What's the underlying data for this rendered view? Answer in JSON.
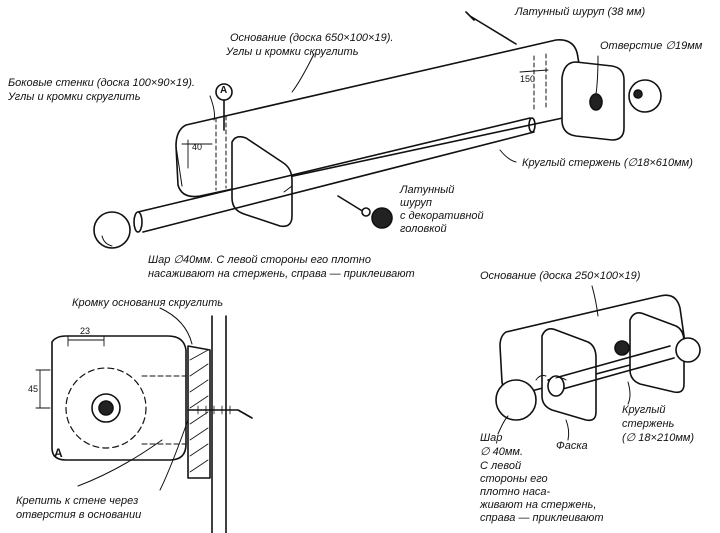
{
  "labels": {
    "base_main": [
      "Основание (доска 650×100×19).",
      "Углы и кромки скруглить"
    ],
    "brass_screw": "Латунный шуруп (38 мм)",
    "hole": "Отверстие ∅19мм",
    "side_walls": [
      "Боковые стенки (доска 100×90×19).",
      "Углы и кромки скруглить"
    ],
    "rod_main": "Круглый стержень (∅18×610мм)",
    "deco_screw": [
      "Латунный",
      "шуруп",
      "с декоративной",
      "головкой"
    ],
    "ball_main": [
      "Шар ∅40мм. С левой стороны его плотно",
      "насаживают на стержень, справа — приклеивают"
    ],
    "base_small": "Основание (доска 250×100×19)",
    "round_edge": "Кромку основания скруглить",
    "wall_mount": [
      "Крепить к стене через",
      "отверстия в основании"
    ],
    "rod_small": [
      "Круглый",
      "стержень",
      "(∅ 18×210мм)"
    ],
    "chamfer": "Фаска",
    "ball_small": [
      "Шар",
      "∅ 40мм.",
      "С левой",
      "стороны его",
      "плотно наса-",
      "живают на стержень,",
      "справа — приклеивают"
    ]
  },
  "dimensions": {
    "d40": "40",
    "d150": "150",
    "d23": "23",
    "d45": "45",
    "markerA_top": "A",
    "markerA_section": "A"
  }
}
